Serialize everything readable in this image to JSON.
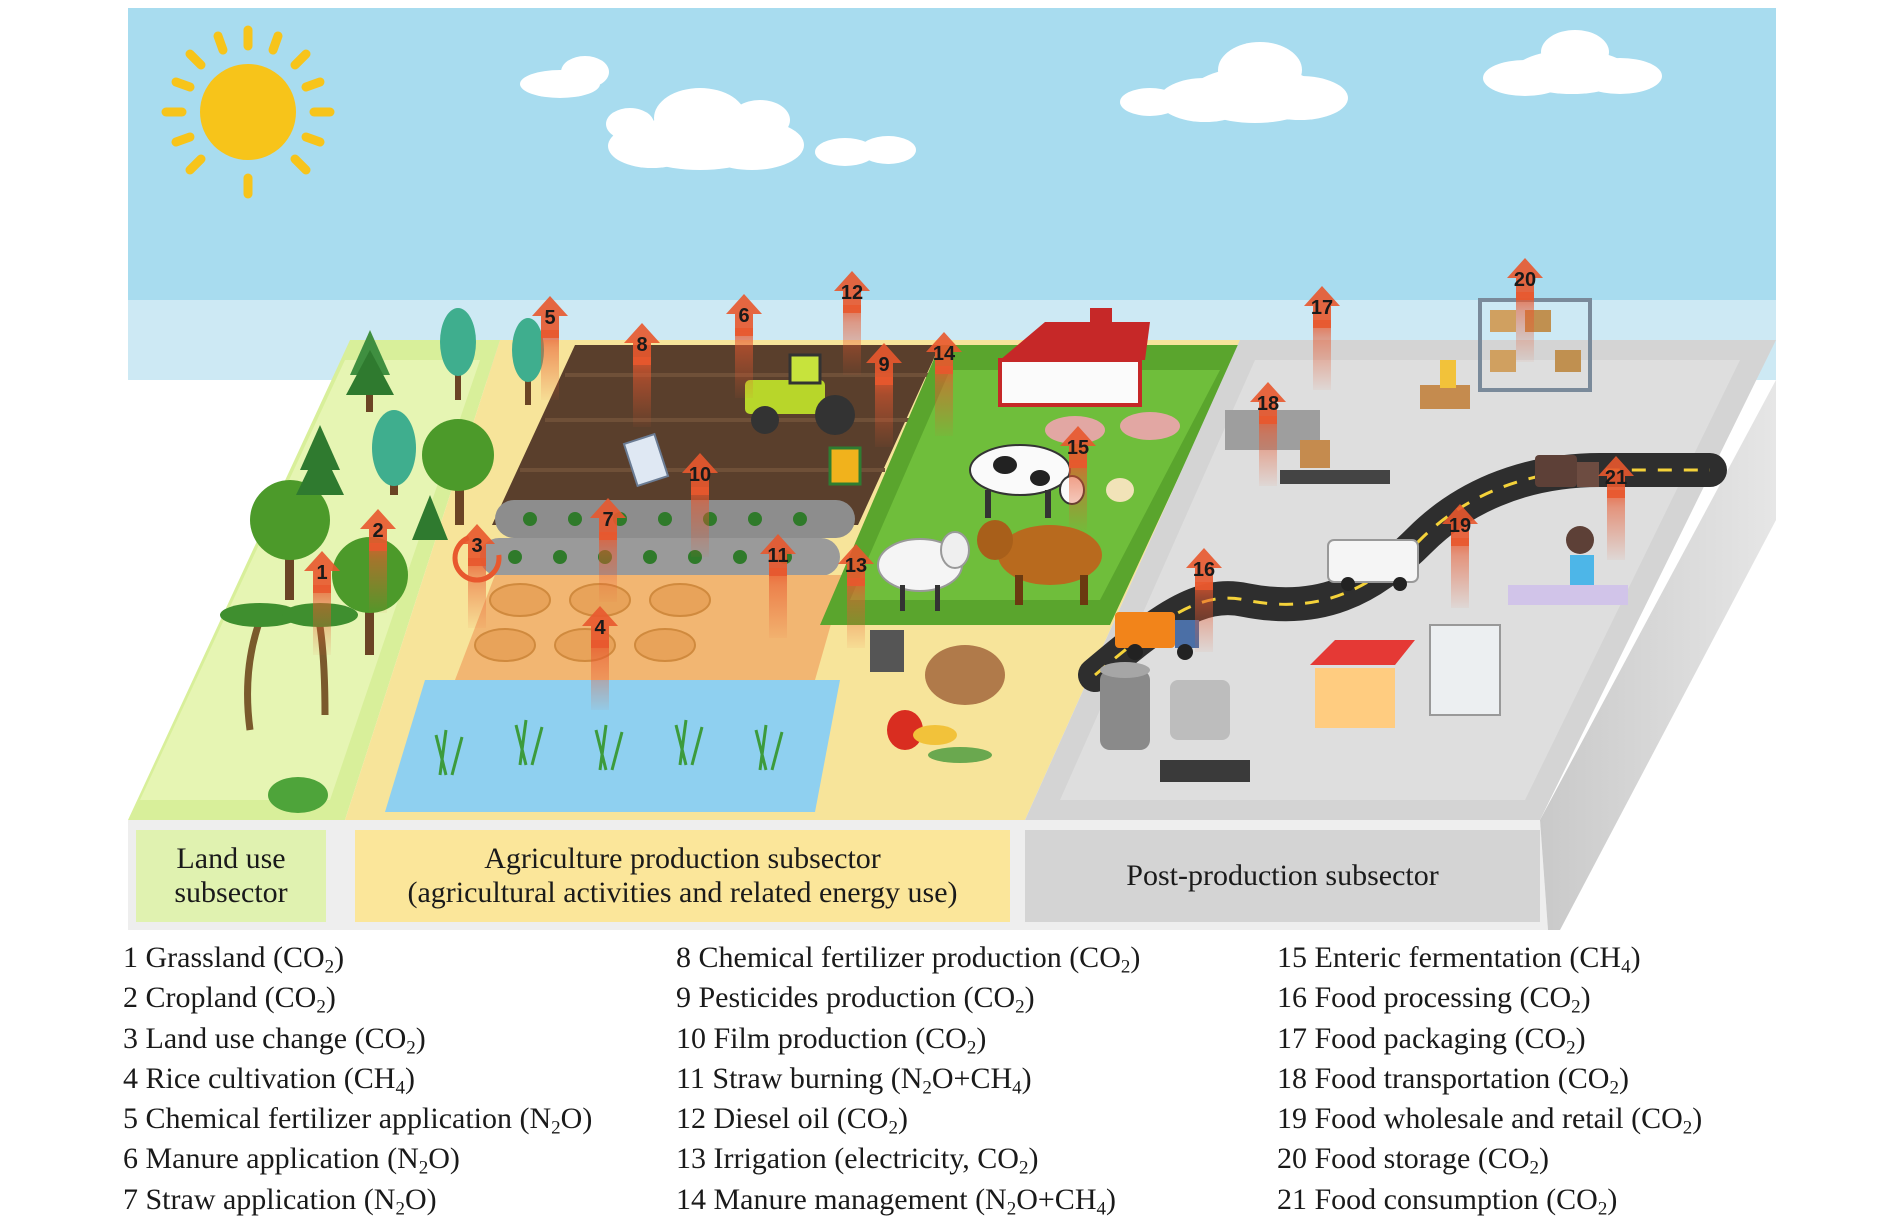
{
  "subsectors": {
    "land_use": [
      "Land use",
      "subsector"
    ],
    "agriculture": [
      "Agriculture production subsector",
      "(agricultural activities and related energy use)"
    ],
    "post_production": "Post-production subsector"
  },
  "legend": [
    {
      "num": "1",
      "text": "Grassland (CO<sub>2</sub>)"
    },
    {
      "num": "2",
      "text": "Cropland (CO<sub>2</sub>)"
    },
    {
      "num": "3",
      "text": "Land use change (CO<sub>2</sub>)"
    },
    {
      "num": "4",
      "text": "Rice cultivation (CH<sub>4</sub>)"
    },
    {
      "num": "5",
      "text": "Chemical fertilizer application (N<sub>2</sub>O)"
    },
    {
      "num": "6",
      "text": "Manure application (N<sub>2</sub>O)"
    },
    {
      "num": "7",
      "text": "Straw application (N<sub>2</sub>O)"
    },
    {
      "num": "8",
      "text": "Chemical fertilizer production (CO<sub>2</sub>)"
    },
    {
      "num": "9",
      "text": "Pesticides production (CO<sub>2</sub>)"
    },
    {
      "num": "10",
      "text": "Film production (CO<sub>2</sub>)"
    },
    {
      "num": "11",
      "text": "Straw burning (N<sub>2</sub>O+CH<sub>4</sub>)"
    },
    {
      "num": "12",
      "text": "Diesel oil (CO<sub>2</sub>)"
    },
    {
      "num": "13",
      "text": "Irrigation (electricity, CO<sub>2</sub>)"
    },
    {
      "num": "14",
      "text": "Manure management (N<sub>2</sub>O+CH<sub>4</sub>)"
    },
    {
      "num": "15",
      "text": "Enteric fermentation (CH<sub>4</sub>)"
    },
    {
      "num": "16",
      "text": "Food processing (CO<sub>2</sub>)"
    },
    {
      "num": "17",
      "text": "Food packaging (CO<sub>2</sub>)"
    },
    {
      "num": "18",
      "text": "Food transportation (CO<sub>2</sub>)"
    },
    {
      "num": "19",
      "text": "Food wholesale and retail (CO<sub>2</sub>)"
    },
    {
      "num": "20",
      "text": "Food storage (CO<sub>2</sub>)"
    },
    {
      "num": "21",
      "text": "Food consumption (CO<sub>2</sub>)"
    }
  ],
  "colors": {
    "sky": "#a8dcef",
    "land_use": "#d8ef9a",
    "agriculture": "#f7e49a",
    "post_production": "#d4d4d4",
    "soil": "#5a3f2c",
    "water": "#8fd0f0",
    "grass": "#5aa52d",
    "arrow": "#e8582e",
    "road": "#2e2e2e",
    "sun": "#f7c41a"
  }
}
